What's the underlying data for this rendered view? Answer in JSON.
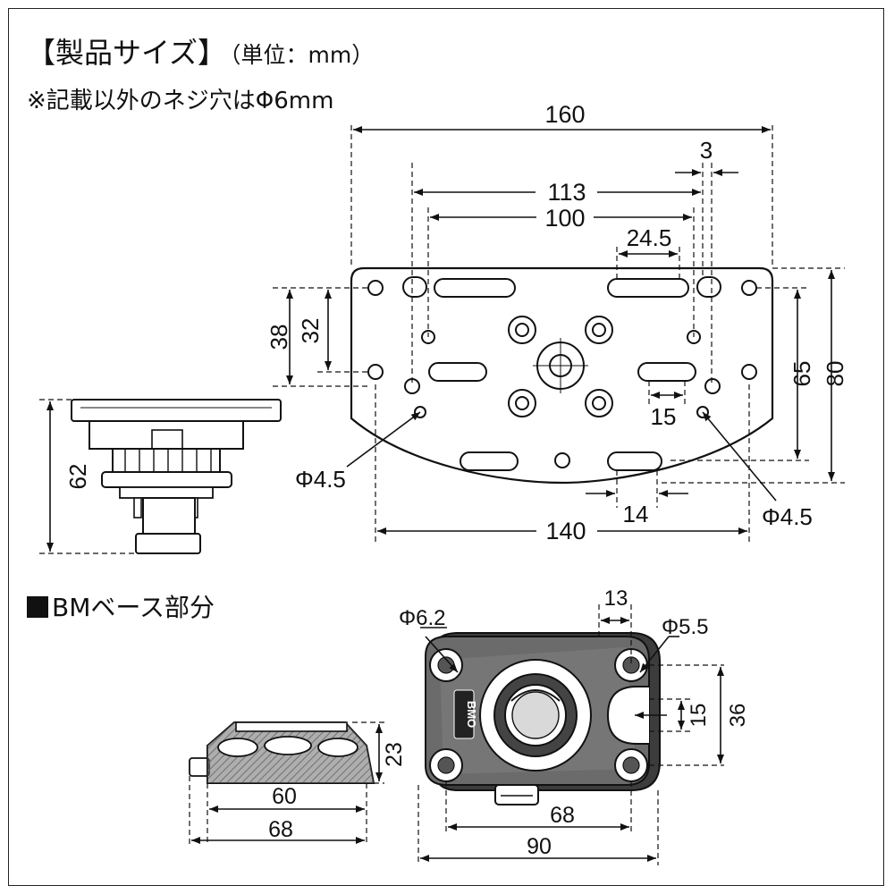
{
  "header": {
    "title": "【製品サイズ】",
    "unit": "（単位：mm）",
    "note": "※記載以外のネジ穴はΦ6mm"
  },
  "section": {
    "title": "BMベース部分"
  },
  "dims": {
    "plate": {
      "w160": "160",
      "d113": "113",
      "d100": "100",
      "d3": "3",
      "d24_5": "24.5",
      "d15": "15",
      "d14": "14",
      "d140": "140",
      "d38": "38",
      "d32": "32",
      "d65": "65",
      "d80": "80",
      "phi_left": "Φ4.5",
      "phi_right": "Φ4.5"
    },
    "side": {
      "h62": "62"
    },
    "bm": {
      "d13": "13",
      "phi62": "Φ6.2",
      "phi55": "Φ5.5",
      "d15": "15",
      "d36": "36",
      "d68": "68",
      "d90": "90",
      "d23": "23",
      "d60": "60",
      "d68b": "68"
    },
    "logo": "BMO"
  },
  "colors": {
    "ink": "#111111",
    "part_fill": "#ffffff",
    "mount_dark": "#6b6b6b",
    "mount_shadow": "#3c3c3c"
  }
}
